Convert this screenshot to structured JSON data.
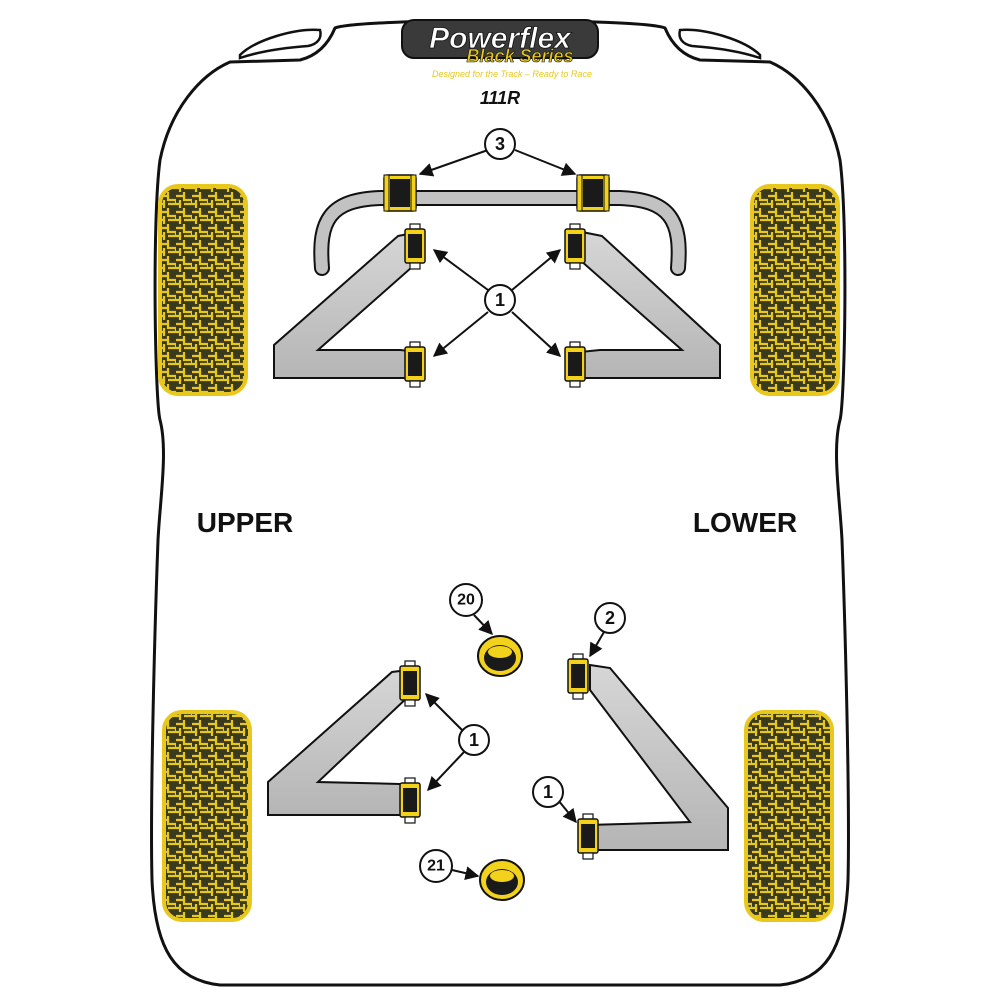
{
  "brand": {
    "name": "Powerflex",
    "series": "Black Series",
    "tagline": "Designed for the Track – Ready to Race",
    "model": "111R"
  },
  "sections": {
    "upper_label": "UPPER",
    "lower_label": "LOWER"
  },
  "callouts": {
    "front_antiroll_bar": "3",
    "front_wishbone": "1",
    "rear_upper_arm": "1",
    "rear_lower_arm": "1",
    "rear_toe_link": "2",
    "rear_bump_upper": "20",
    "rear_bump_lower": "21"
  },
  "colors": {
    "outline": "#111111",
    "arm_grey": "#c8c8c8",
    "bush_yellow": "#f2d21b",
    "bush_black": "#1a1a1a",
    "tyre_yellow": "#e8c81c",
    "tyre_dark": "#3a3a1e"
  }
}
